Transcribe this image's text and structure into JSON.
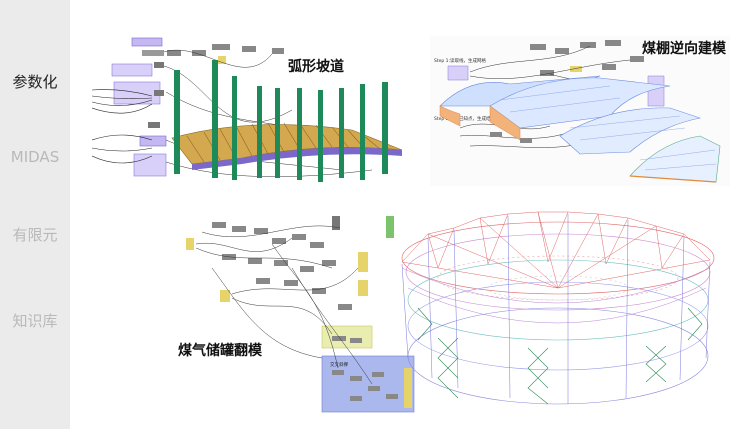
{
  "sidebar": {
    "items": [
      {
        "label": "参数化",
        "active": true
      },
      {
        "label": "MIDAS",
        "active": false
      },
      {
        "label": "有限元",
        "active": false
      },
      {
        "label": "知识库",
        "active": false
      }
    ]
  },
  "panels": {
    "ramp": {
      "caption": "弧形坡道"
    },
    "shed": {
      "caption": "煤棚逆向建模",
      "step1": "Step 1:读取线，生成网格",
      "step2": "Step 2:根据已知点，生成结构"
    },
    "tank": {
      "caption": "煤气储罐翻模",
      "group_label": "交叉斜撑"
    }
  },
  "colors": {
    "sidebar_bg": "#ebebeb",
    "active_text": "#222222",
    "inactive_text": "#b9b9b9",
    "column_green": "#1e8a5a",
    "slab_wood": "#d4a84f"
  }
}
